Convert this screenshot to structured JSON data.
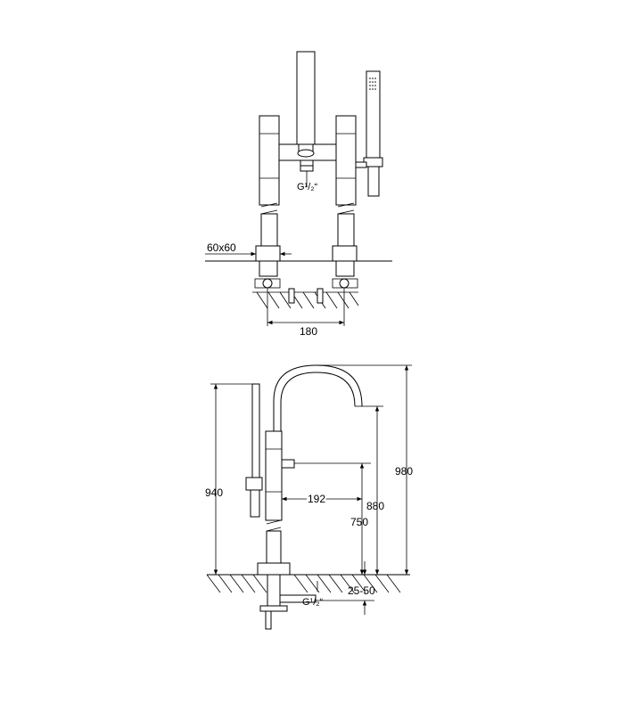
{
  "top_view": {
    "dim_square": "60x60",
    "dim_center": "180",
    "thread": "G¹/₂“"
  },
  "side_view": {
    "dim_hand_shower": "940",
    "dim_spout_reach": "192",
    "dim_spout_height": "880",
    "dim_total_height": "980",
    "dim_outlet_height": "750",
    "dim_deck_range": "25-50",
    "thread": "G¹/₂“"
  }
}
